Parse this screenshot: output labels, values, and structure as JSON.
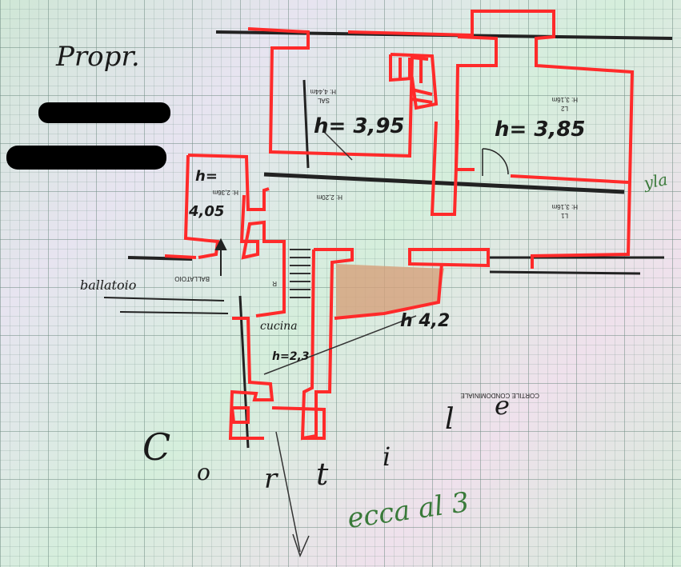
{
  "handwritten": {
    "owner_label": "Propr.",
    "h_395": "h= 3,95",
    "h_385": "h= 3,85",
    "h_405_a": "h=",
    "h_405_b": "4,05",
    "h_23": "h=2,3",
    "h_42": "h 4,2",
    "ballatoio": "ballatoio",
    "cucina": "cucina",
    "cortile_c": "C",
    "cortile_o": "o",
    "cortile_r": "r",
    "cortile_t": "t",
    "cortile_i1": "i",
    "cortile_l": "l",
    "cortile_e": "e",
    "green_text": "ecca al 3",
    "green_side": "yla"
  },
  "printed_labels": {
    "sal_name": "SAL",
    "sal_h": "H: 4,44m",
    "l2_name": "L2",
    "l2_h": "H: 3,16m",
    "l1_name": "L1",
    "l1_h": "H: 3,16m",
    "room_h_236": "H: 2,36m",
    "corridor_h": "H: 2,20m",
    "ballatoio_print": "BALLATOIO",
    "r_label": "R",
    "cortile_condominiale": "CORTILE CONDOMINIALE"
  },
  "colors": {
    "outline": "#ff2a2a",
    "ink": "#1a1a1a",
    "redaction": "#000000",
    "stair_fill": "#d6a07a",
    "green_ink": "#3a7a3a"
  }
}
